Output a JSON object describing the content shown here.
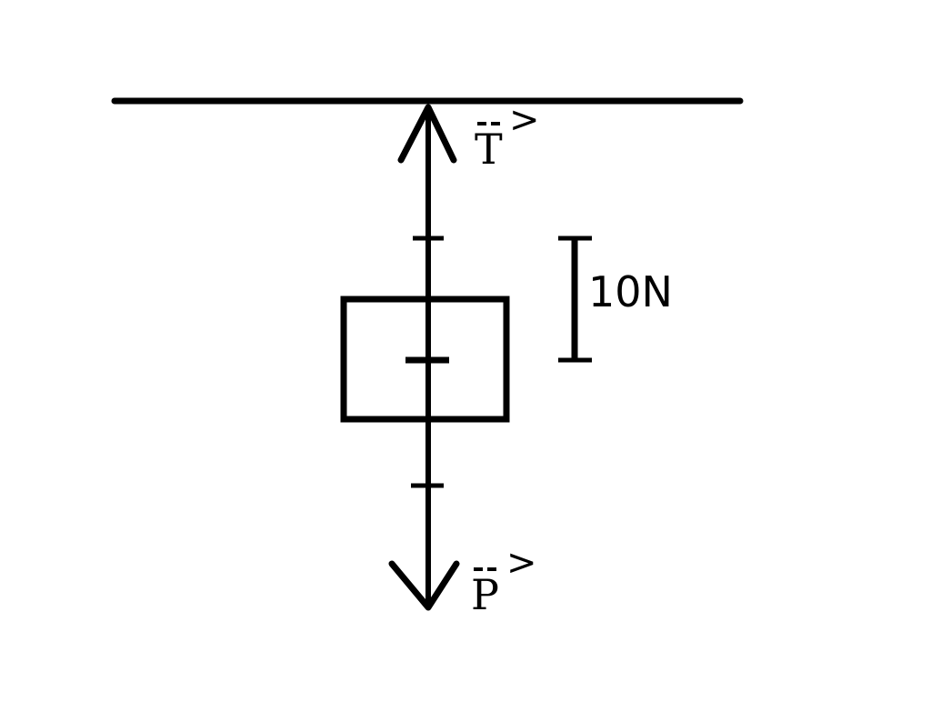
{
  "diagram": {
    "tension_label": "T",
    "weight_label": "P",
    "vector_mark": ">",
    "scale_label": "10N"
  },
  "colors": {
    "stroke": "#000000",
    "background": "#ffffff"
  }
}
